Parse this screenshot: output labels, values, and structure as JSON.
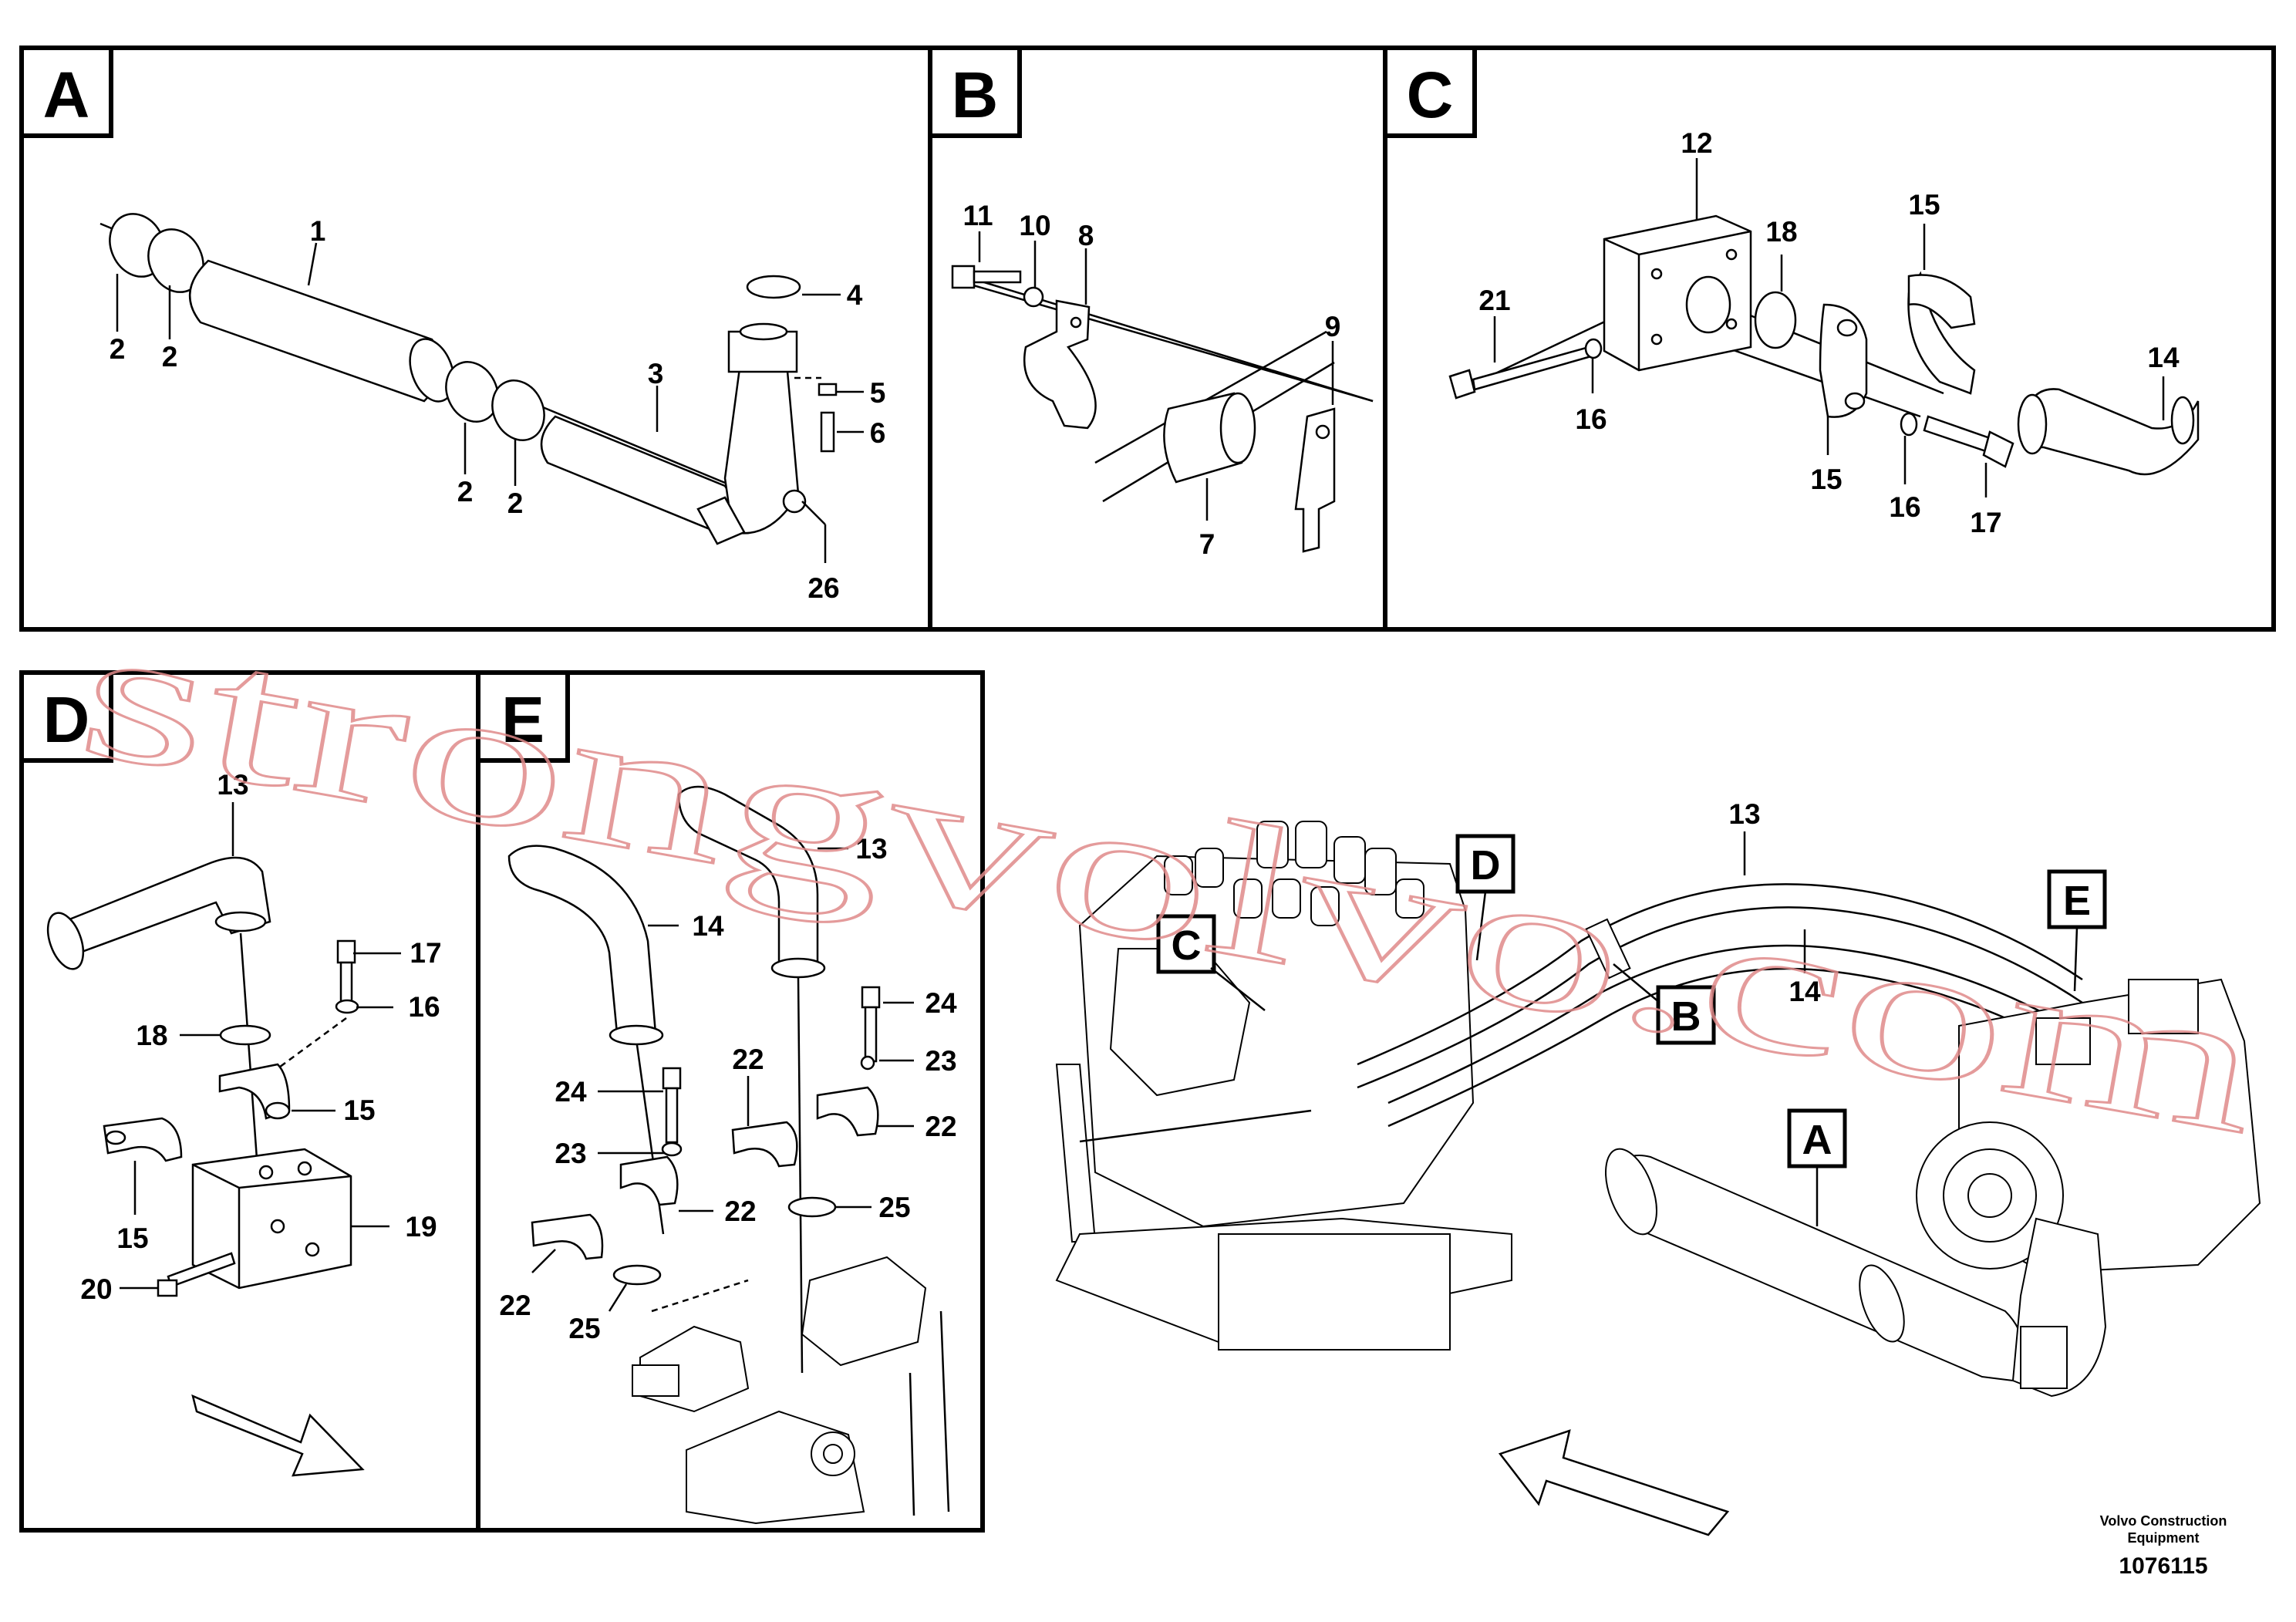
{
  "panels": [
    {
      "letter": "A",
      "labels": [
        "1",
        "2",
        "2",
        "2",
        "2",
        "3",
        "4",
        "5",
        "6",
        "26"
      ]
    },
    {
      "letter": "B",
      "labels": [
        "11",
        "10",
        "8",
        "9",
        "7"
      ]
    },
    {
      "letter": "C",
      "labels": [
        "12",
        "15",
        "18",
        "21",
        "16",
        "14",
        "15",
        "16",
        "17"
      ]
    },
    {
      "letter": "D",
      "labels": [
        "13",
        "17",
        "16",
        "18",
        "15",
        "15",
        "19",
        "20"
      ]
    },
    {
      "letter": "E",
      "labels": [
        "13",
        "14",
        "24",
        "23",
        "22",
        "22",
        "24",
        "23",
        "22",
        "25",
        "22",
        "25"
      ]
    }
  ],
  "overview": {
    "callouts": [
      "C",
      "D",
      "B",
      "E",
      "A"
    ],
    "labels": [
      "13",
      "14"
    ]
  },
  "footer": {
    "maker_line1": "Volvo Construction",
    "maker_line2": "Equipment",
    "doc_number": "1076115"
  },
  "watermark": "strongvolvo.com",
  "colors": {
    "line": "#000000",
    "watermark": "#e08a8a",
    "background": "#ffffff"
  }
}
